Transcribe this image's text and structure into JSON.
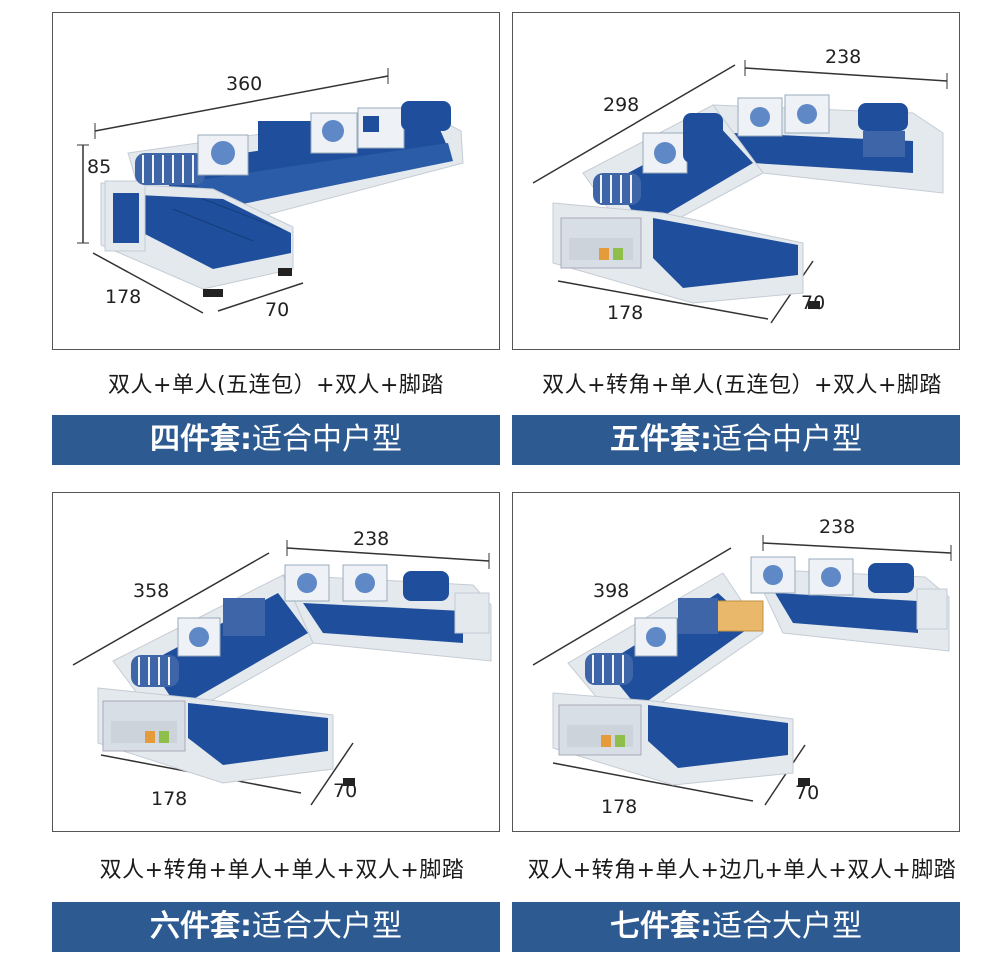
{
  "colors": {
    "banner": "#2d5a91",
    "sofa_blue": "#1f4f9c",
    "sofa_frame": "#e4e9ee",
    "pillow_white": "#eef1f5",
    "pillow_floral": "#5f88c7",
    "stripe_blue": "#3e65a8"
  },
  "panels": [
    {
      "dims": {
        "length": "360",
        "height": "85",
        "depth": "178",
        "seat": "70"
      },
      "caption": "双人+单人(五连包）+双人+脚踏",
      "banner": {
        "title": "四件套",
        "colon": ":",
        "subtitle": "适合中户型"
      }
    },
    {
      "dims": {
        "back": "238",
        "side": "298",
        "depth": "178",
        "seat": "70"
      },
      "caption": "双人+转角+单人(五连包）+双人+脚踏",
      "banner": {
        "title": "五件套",
        "colon": ":",
        "subtitle": "适合中户型"
      }
    },
    {
      "dims": {
        "back": "238",
        "side": "358",
        "depth": "178",
        "seat": "70"
      },
      "caption": "双人+转角+单人+单人+双人+脚踏",
      "banner": {
        "title": "六件套",
        "colon": ":",
        "subtitle": "适合大户型"
      }
    },
    {
      "dims": {
        "back": "238",
        "side": "398",
        "depth": "178",
        "seat": "70"
      },
      "caption": "双人+转角+单人+边几+单人+双人+脚踏",
      "banner": {
        "title": "七件套",
        "colon": ":",
        "subtitle": "适合大户型"
      }
    }
  ]
}
